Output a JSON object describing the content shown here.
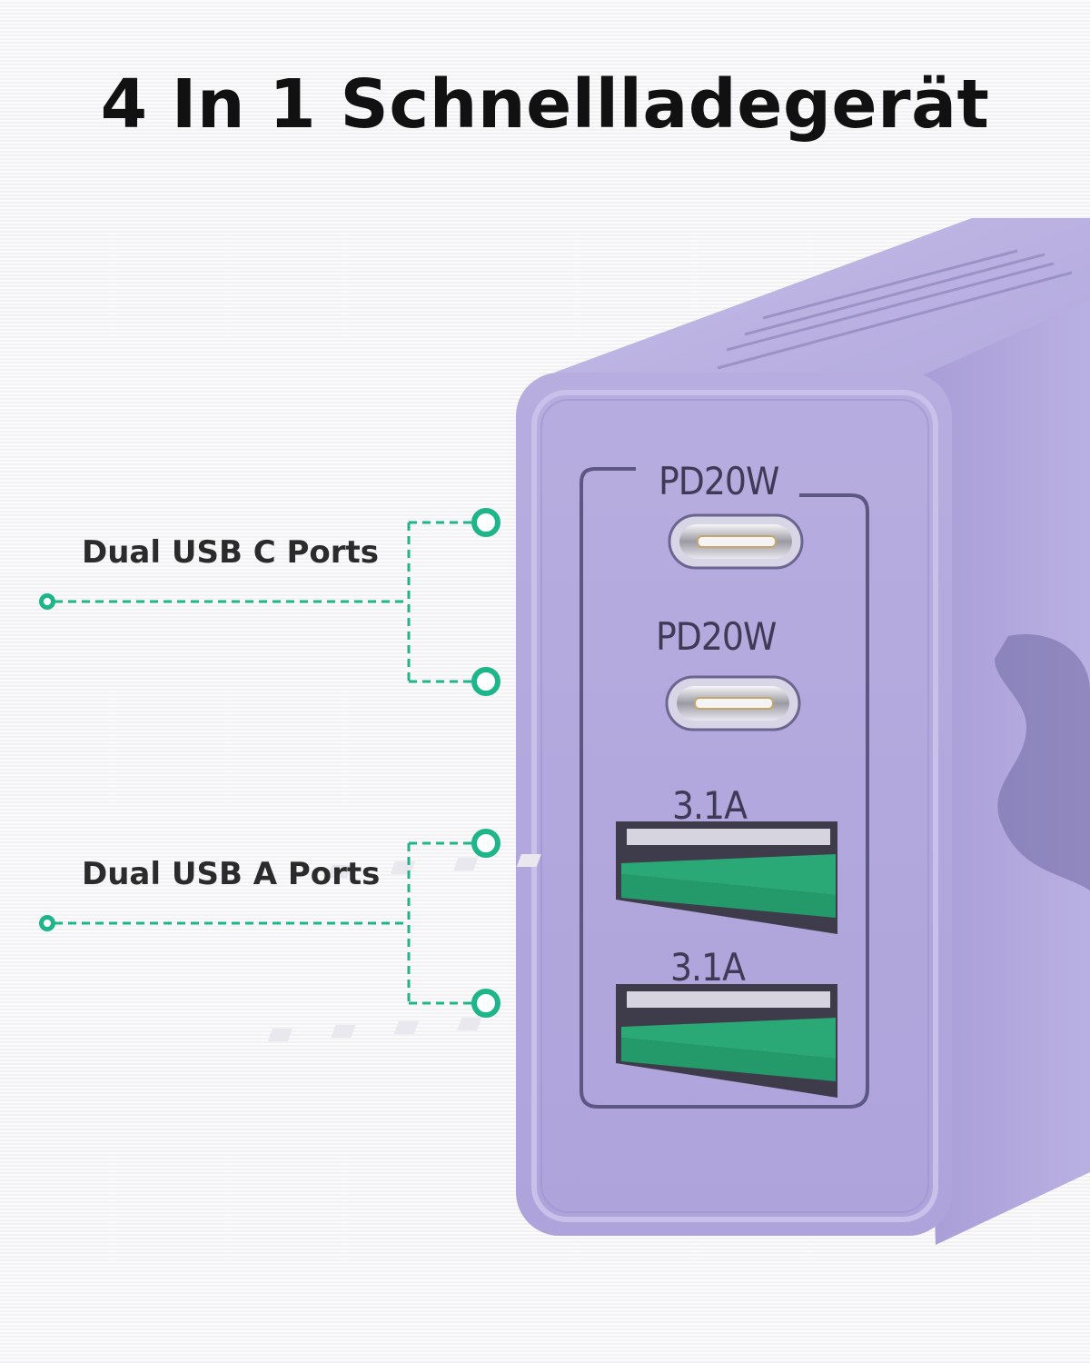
{
  "title": "4 In 1 Schnellladegerät",
  "callouts": {
    "usb_c": "Dual USB C Ports",
    "usb_a": "Dual USB A Ports"
  },
  "ports": {
    "c1_label": "PD20W",
    "c2_label": "PD20W",
    "a1_label": "3.1A",
    "a2_label": "3.1A"
  },
  "colors": {
    "accent": "#1db589",
    "body": "#b3a9df",
    "port_green": "#249a6b"
  },
  "icons": [
    "connector-dot-icon",
    "usb-c-port-icon",
    "usb-a-port-icon",
    "brand-logo-icon"
  ]
}
